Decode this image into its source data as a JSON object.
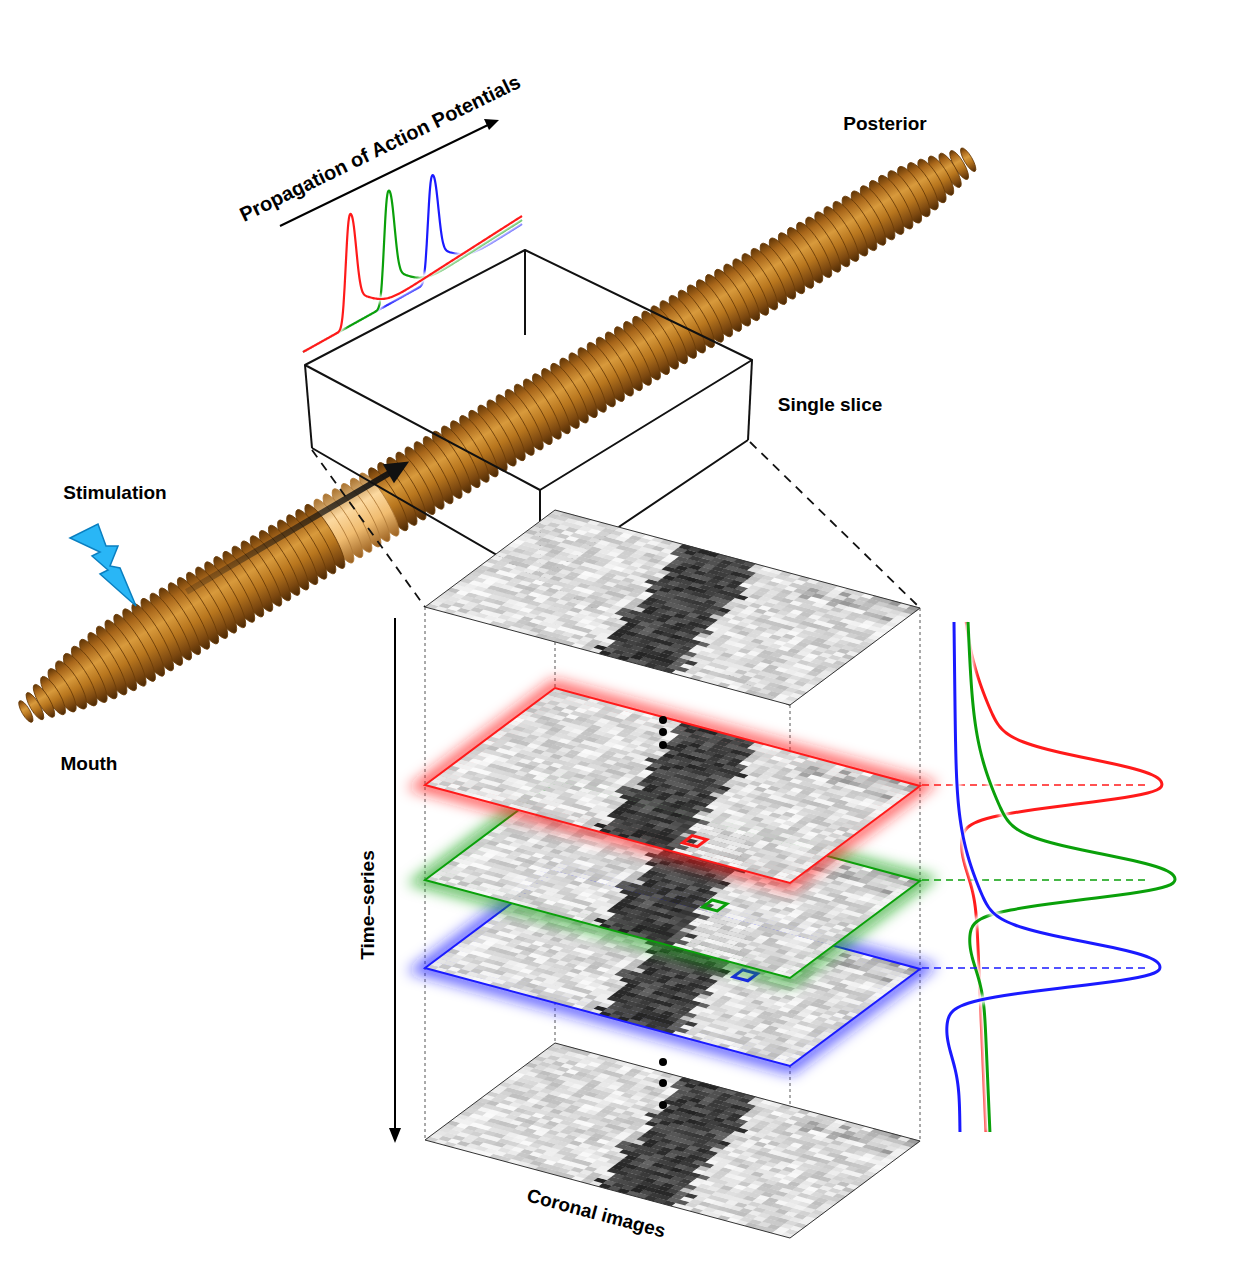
{
  "diagram": {
    "labels": [
      "Propagation of Action Potentials",
      "Posterior",
      "Single slice",
      "Stimulation",
      "Mouth",
      "Time–series",
      "Coronal images"
    ]
  }
}
